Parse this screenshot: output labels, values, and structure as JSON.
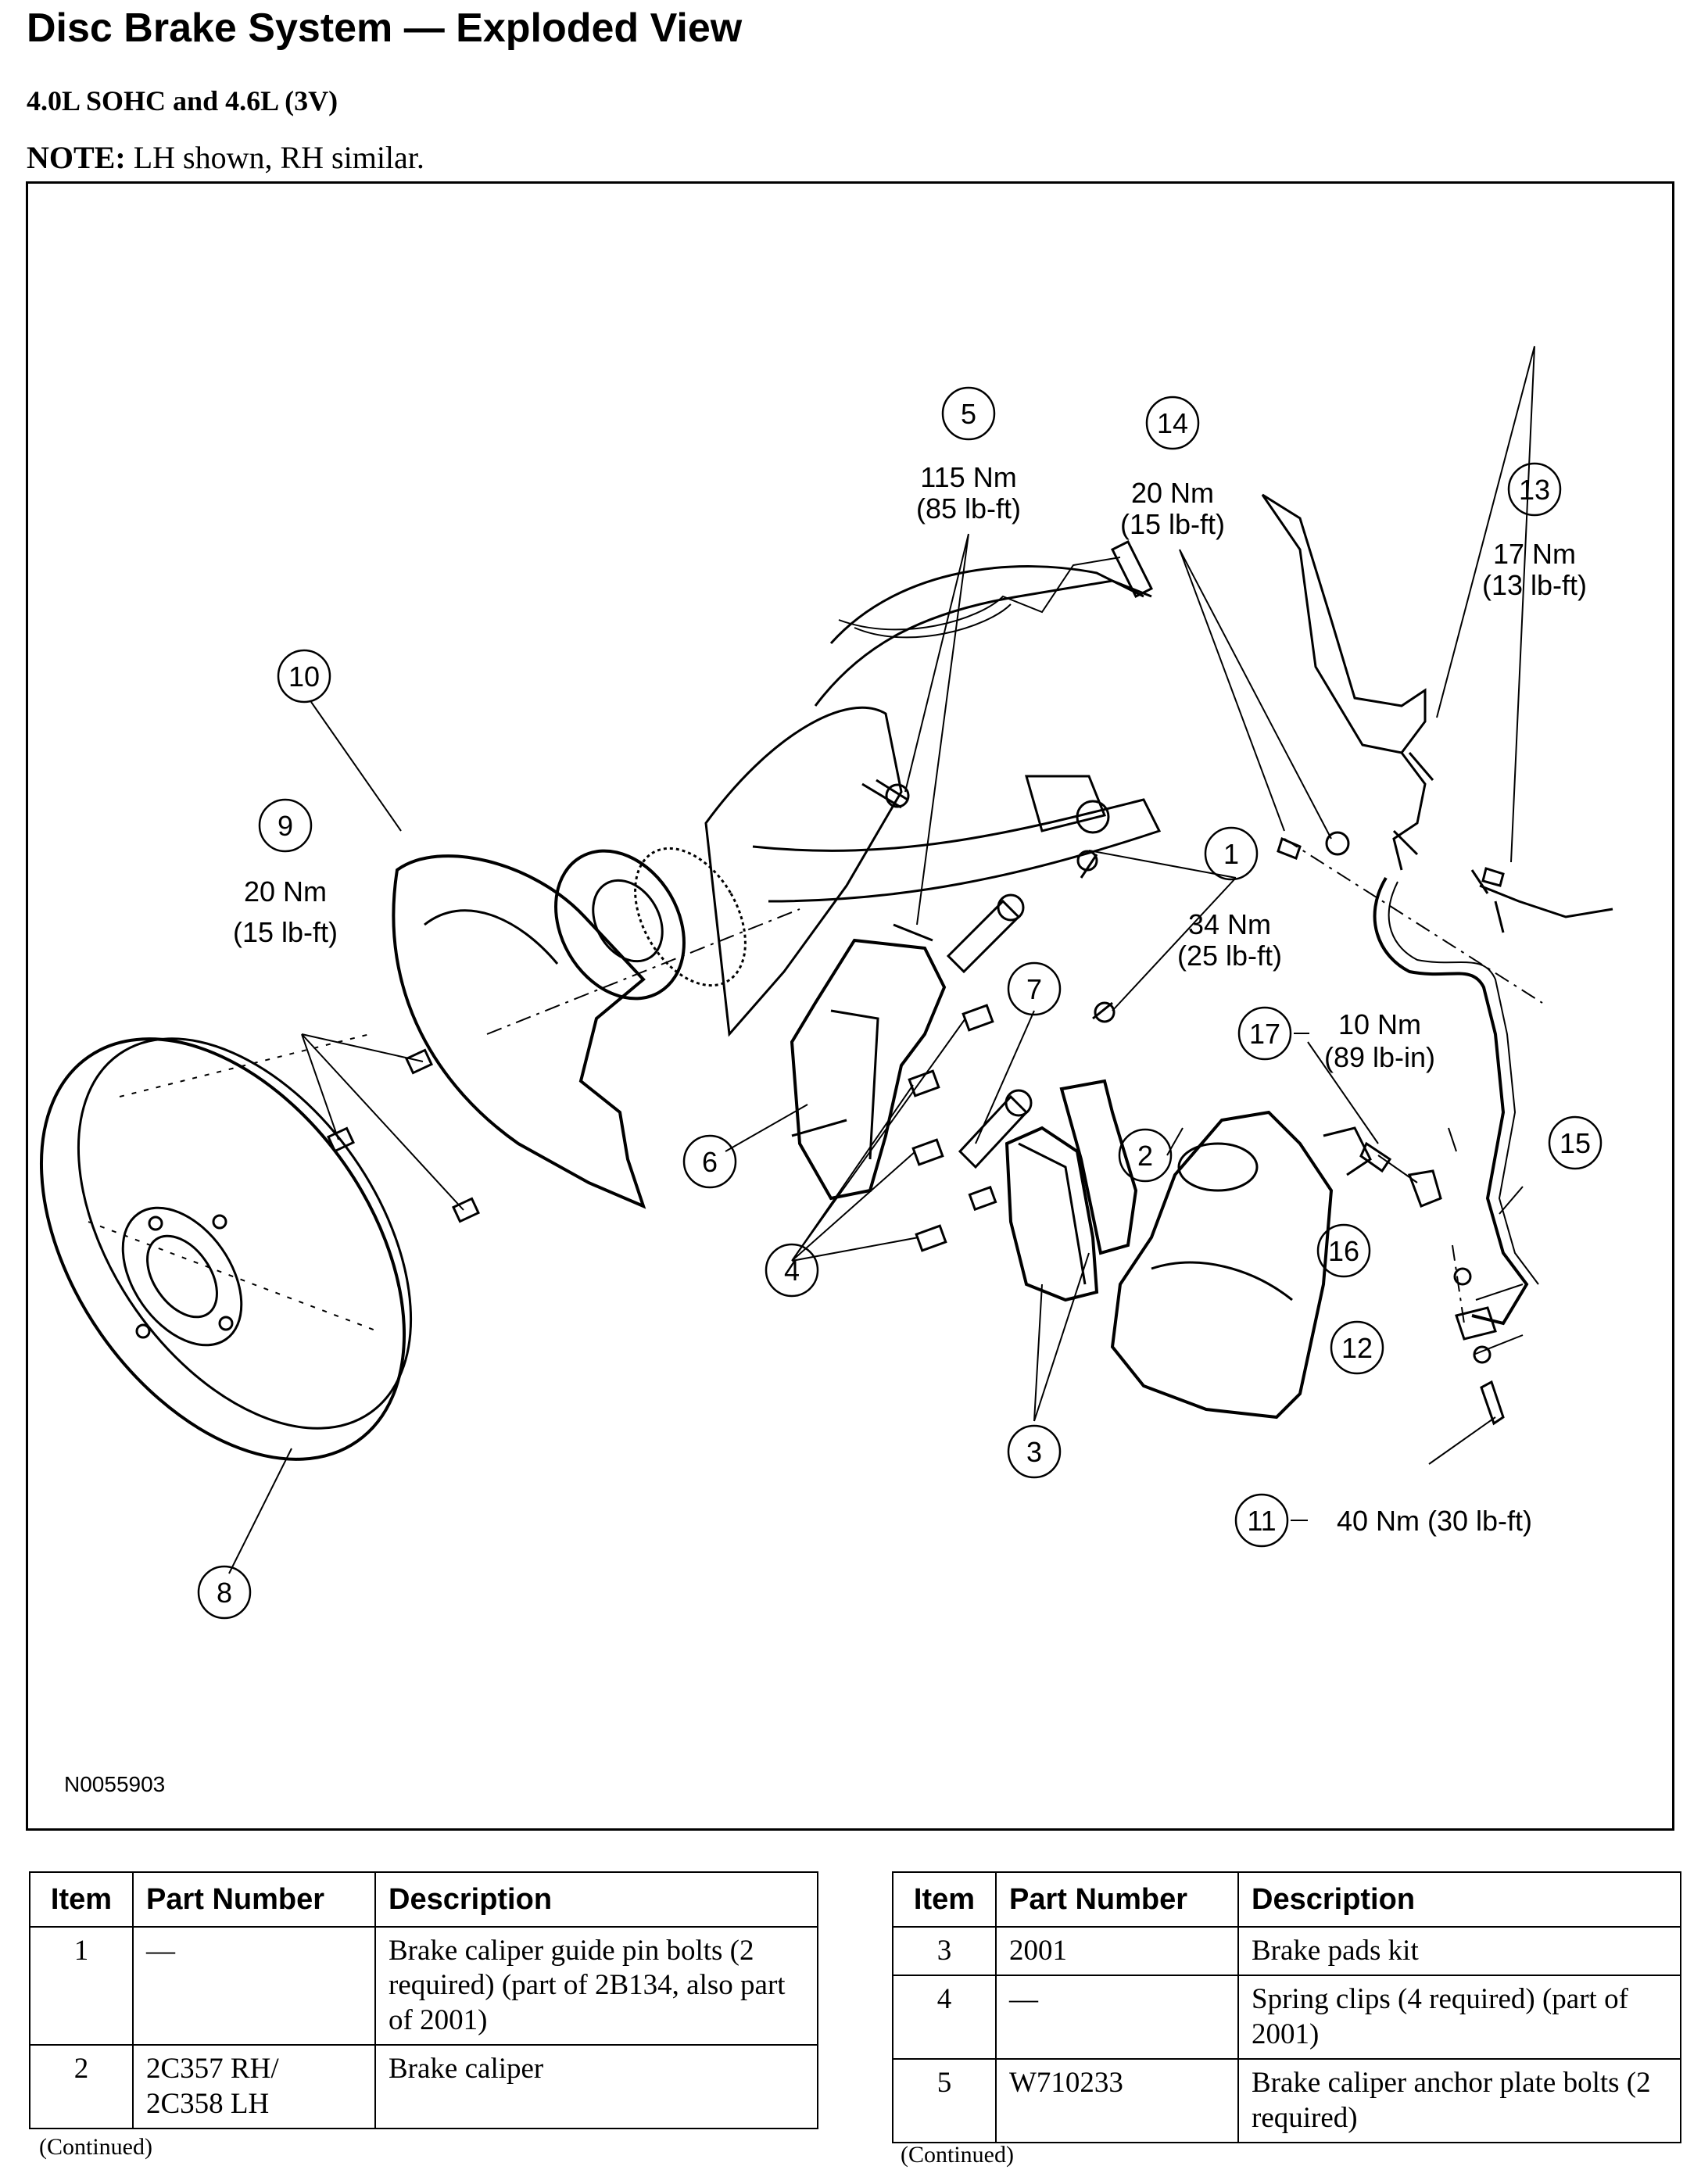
{
  "title": "Disc Brake System — Exploded View",
  "subtitle": "4.0L SOHC and 4.6L (3V)",
  "note": {
    "label": "NOTE:",
    "text": " LH shown, RH similar."
  },
  "figure": {
    "figure_id": "N0055903",
    "callouts": [
      {
        "num": "1",
        "torque": [
          "34 Nm",
          "(25 lb-ft)"
        ]
      },
      {
        "num": "2"
      },
      {
        "num": "3"
      },
      {
        "num": "4"
      },
      {
        "num": "5",
        "torque": [
          "115 Nm",
          "(85 lb-ft)"
        ]
      },
      {
        "num": "6"
      },
      {
        "num": "7"
      },
      {
        "num": "8"
      },
      {
        "num": "9",
        "torque": [
          "20 Nm",
          "(15 lb-ft)"
        ]
      },
      {
        "num": "10"
      },
      {
        "num": "11",
        "torque": [
          "40 Nm (30 lb-ft)"
        ]
      },
      {
        "num": "12"
      },
      {
        "num": "13",
        "torque": [
          "17 Nm",
          "(13 lb-ft)"
        ]
      },
      {
        "num": "14",
        "torque": [
          "20 Nm",
          "(15 lb-ft)"
        ]
      },
      {
        "num": "15"
      },
      {
        "num": "16"
      },
      {
        "num": "17",
        "torque": [
          "10 Nm",
          "(89 lb-in)"
        ]
      }
    ]
  },
  "tables": {
    "headers": [
      "Item",
      "Part Number",
      "Description"
    ],
    "left": {
      "rows": [
        {
          "item": "1",
          "part": "—",
          "desc": "Brake caliper guide pin bolts (2 required) (part of 2B134, also part of 2001)"
        },
        {
          "item": "2",
          "part": "2C357 RH/ 2C358 LH",
          "desc": "Brake caliper"
        }
      ],
      "continued": "(Continued)"
    },
    "right": {
      "rows": [
        {
          "item": "3",
          "part": "2001",
          "desc": "Brake pads kit"
        },
        {
          "item": "4",
          "part": "—",
          "desc": "Spring clips (4 required) (part of 2001)"
        },
        {
          "item": "5",
          "part": "W710233",
          "desc": "Brake caliper anchor plate bolts (2 required)"
        }
      ],
      "continued": "(Continued)"
    }
  }
}
